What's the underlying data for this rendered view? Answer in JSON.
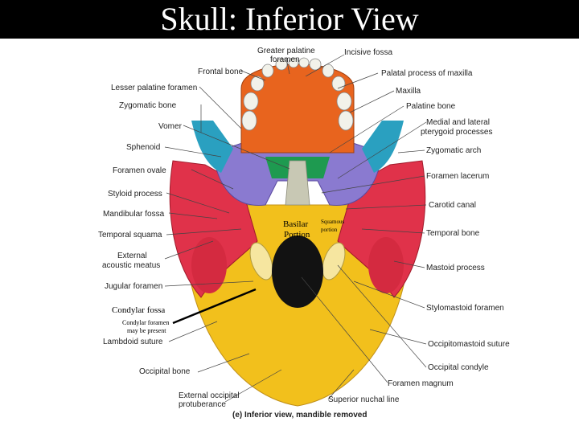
{
  "title": "Skull: Inferior View",
  "caption": "(e) Inferior view, mandible removed",
  "labels_left": {
    "frontal_bone": "Frontal bone",
    "lesser_palatine": "Lesser palatine foramen",
    "zygomatic_bone": "Zygomatic bone",
    "vomer": "Vomer",
    "sphenoid": "Sphenoid",
    "foramen_ovale": "Foramen ovale",
    "styloid": "Styloid process",
    "mandibular_fossa": "Mandibular fossa",
    "temporal_squama": "Temporal squama",
    "ext_acoustic_1": "External",
    "ext_acoustic_2": "acoustic meatus",
    "jugular": "Jugular foramen",
    "lambdoid": "Lambdoid suture",
    "occipital": "Occipital bone",
    "ext_occ_1": "External occipital",
    "ext_occ_2": "protuberance"
  },
  "labels_top": {
    "greater_palatine_1": "Greater palatine",
    "greater_palatine_2": "foramen",
    "incisive": "Incisive fossa"
  },
  "labels_right": {
    "palatal_process": "Palatal process of maxilla",
    "maxilla": "Maxilla",
    "palatine": "Palatine bone",
    "pterygoid_1": "Medial and lateral",
    "pterygoid_2": "pterygoid processes",
    "zygomatic_arch": "Zygomatic arch",
    "foramen_lacerum": "Foramen lacerum",
    "carotid": "Carotid canal",
    "temporal_bone": "Temporal bone",
    "mastoid": "Mastoid process",
    "stylomastoid": "Stylomastoid foramen",
    "occipitomastoid": "Occipitomastoid suture",
    "occ_condyle": "Occipital condyle",
    "foramen_magnum": "Foramen magnum",
    "superior_nuchal": "Superior nuchal line"
  },
  "overlays": {
    "basilar_1": "Basilar",
    "basilar_2": "Portion",
    "squamous_1": "Squamous",
    "squamous_2": "portion",
    "condylar_fossa": "Condylar fossa",
    "condylar_foramen_1": "Condylar foramen",
    "condylar_foramen_2": "may be present"
  },
  "colors": {
    "occipital": "#f2c01c",
    "temporal": "#e0324a",
    "sphenoid": "#8a7ad0",
    "maxilla": "#e8641e",
    "zygomatic": "#2aa0c0",
    "vomer": "#c8c8b4",
    "palatine": "#1e9a50"
  }
}
